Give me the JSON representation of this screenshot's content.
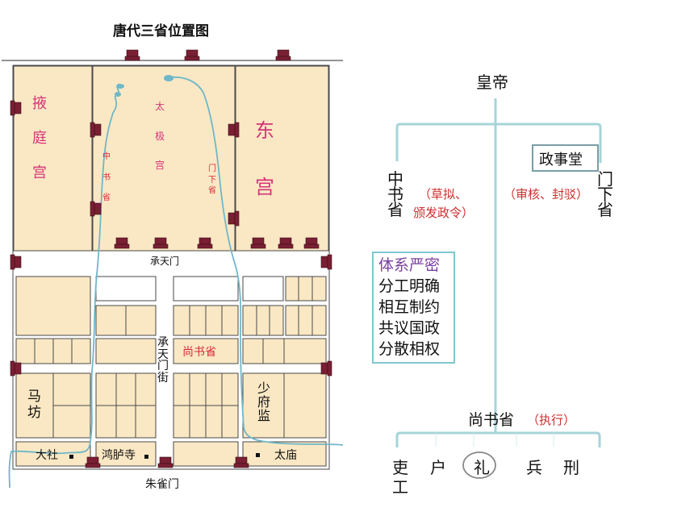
{
  "map": {
    "title": "唐代三省位置图",
    "palaces": {
      "yeting": "掖庭宫",
      "taiji": "太极宫",
      "dong": "东宫"
    },
    "zhongshu": "中书省",
    "menxia": "门下省",
    "chengtian_gate": "承天门",
    "chengtian_street": "承天门街",
    "shangshu": "尚书省",
    "mafang": "马坊",
    "shaofu": "少府监",
    "taishe": "大社",
    "honglu": "鸿胪寺",
    "taimiao": "太庙",
    "zhuque_gate": "朱雀门"
  },
  "diagram": {
    "emperor": "皇帝",
    "zhengshitang": "政事堂",
    "zhongshu": "中书省",
    "zhongshu_role_1": "（草拟、",
    "zhongshu_role_2": "颁发政令）",
    "menxia": "门下省",
    "menxia_role": "（审核、封驳）",
    "summary": [
      "体系严密",
      "分工明确",
      "相互制约",
      "共议国政",
      "分散相权"
    ],
    "shangshu": "尚书省",
    "shangshu_role": "（执行）",
    "ministries": [
      "吏",
      "户",
      "礼",
      "兵",
      "刑",
      "工"
    ]
  },
  "colors": {
    "map_fill": "#fae8c4",
    "map_outline": "#4a4a4a",
    "pink_label": "#d6337a",
    "red_label": "#d9253a",
    "river": "#6fb7c9",
    "bracket": "#a6d4d8",
    "summary_first": "#7b3fa0",
    "role_text": "#cf2e2e",
    "box_border": "#7a9ea6"
  }
}
